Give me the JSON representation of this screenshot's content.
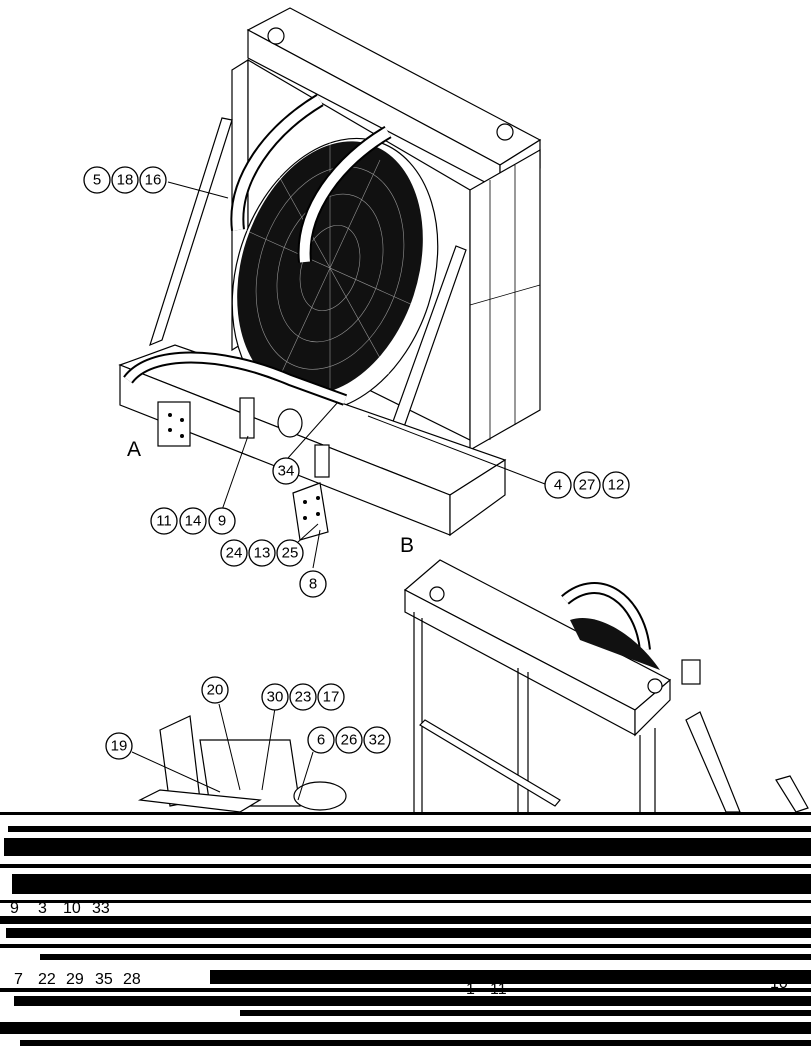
{
  "view_labels": {
    "a": "A",
    "b": "B"
  },
  "callouts": {
    "g1": [
      "5",
      "18",
      "16"
    ],
    "g2": [
      "34"
    ],
    "g3": [
      "4",
      "27",
      "12"
    ],
    "g4": [
      "11",
      "14",
      "9"
    ],
    "g5": [
      "24",
      "13",
      "25"
    ],
    "g6": [
      "8"
    ],
    "g7": [
      "20"
    ],
    "g8": [
      "30",
      "23",
      "17"
    ],
    "g9": [
      "19"
    ],
    "g10": [
      "6",
      "26",
      "32"
    ]
  },
  "bottom_row_1": [
    "9",
    "3",
    "10",
    "33"
  ],
  "bottom_row_2": [
    "7",
    "22",
    "29",
    "35",
    "28"
  ],
  "bottom_stray": [
    "1",
    "11",
    "10"
  ]
}
